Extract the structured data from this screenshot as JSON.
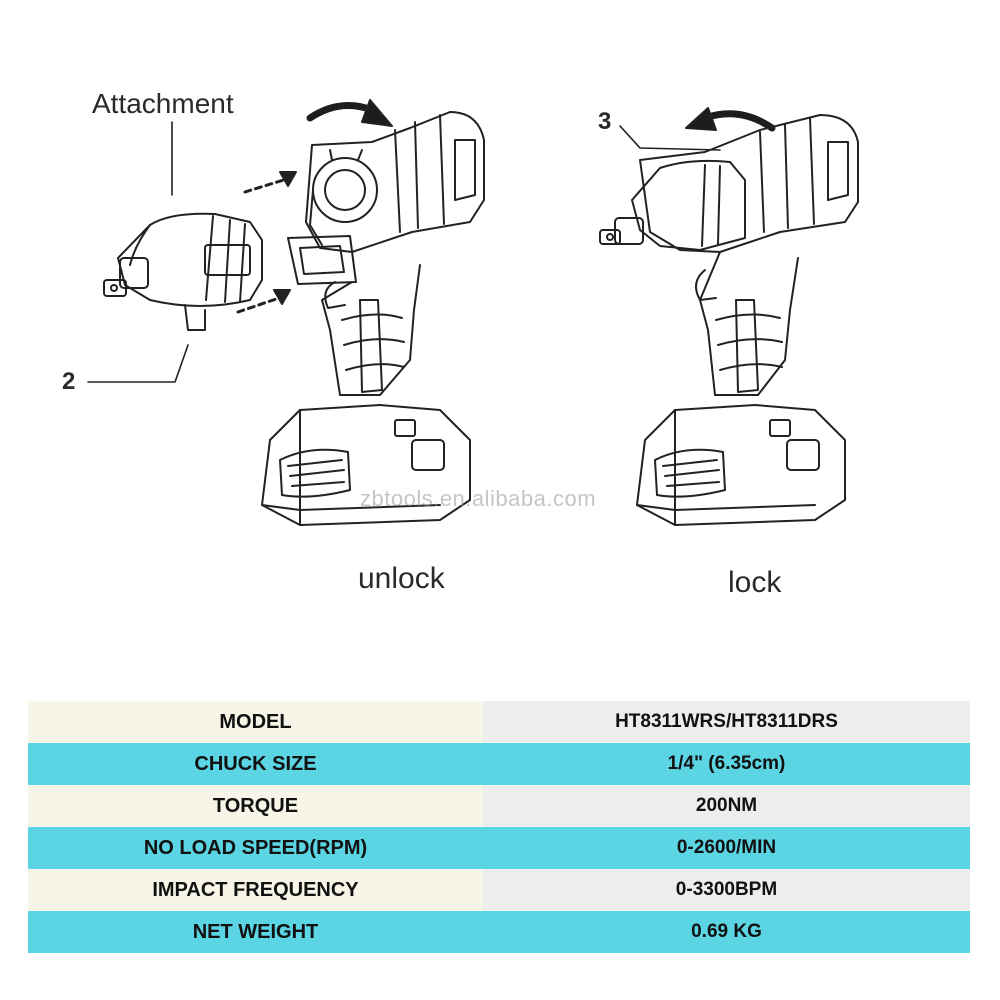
{
  "labels": {
    "attachment": "Attachment",
    "callout_2": "2",
    "callout_3": "3",
    "unlock": "unlock",
    "lock": "lock",
    "watermark": "zbtools.en.alibaba.com"
  },
  "colors": {
    "row_odd_label": "#f7f5e7",
    "row_odd_value": "#ededed",
    "row_even": "#5bd4e4",
    "line_art": "#222222"
  },
  "specs": [
    {
      "key": "MODEL",
      "value": "HT8311WRS/HT8311DRS"
    },
    {
      "key": "CHUCK SIZE",
      "value": "1/4\" (6.35cm)"
    },
    {
      "key": "TORQUE",
      "value": "200NM"
    },
    {
      "key": "NO LOAD SPEED(RPM)",
      "value": "0-2600/MIN"
    },
    {
      "key": "IMPACT FREQUENCY",
      "value": "0-3300BPM"
    },
    {
      "key": "NET WEIGHT",
      "value": "0.69 KG"
    }
  ]
}
